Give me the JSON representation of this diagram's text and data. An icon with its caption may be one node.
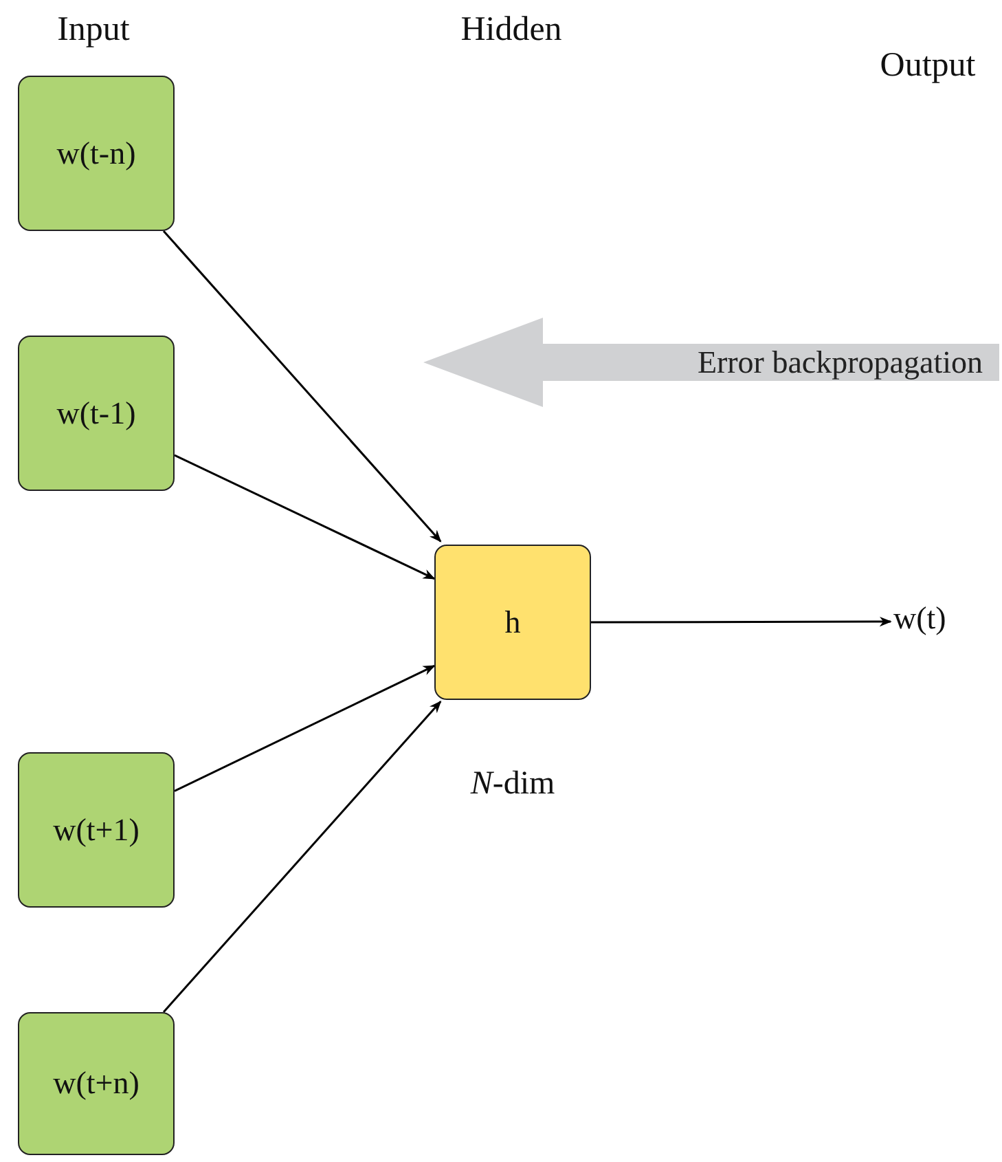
{
  "diagram": {
    "nodes": [
      {
        "text": [
          "w(t-n)"
        ]
      },
      {
        "text": [
          "w(t-1)"
        ]
      },
      {
        "text": [
          "w(t+1)"
        ]
      },
      {
        "text": [
          "w(t+n)"
        ]
      },
      {
        "text": [
          "h"
        ],
        "beside": [
          "*N*-dim"
        ]
      },
      {
        "text": [
          "w(t)"
        ]
      },
      {
        "text": [
          "Error backpropagation"
        ]
      }
    ],
    "edges": [
      {
        "from": 0,
        "to": 4,
        "arrow": "to"
      },
      {
        "from": 1,
        "to": 4,
        "arrow": "to"
      },
      {
        "from": 2,
        "to": 4,
        "arrow": "to"
      },
      {
        "from": 3,
        "to": 4,
        "arrow": "to"
      },
      {
        "from": 4,
        "to": 5,
        "arrow": "to"
      }
    ],
    "labels": [
      "Input",
      "Hidden",
      "Output"
    ]
  }
}
